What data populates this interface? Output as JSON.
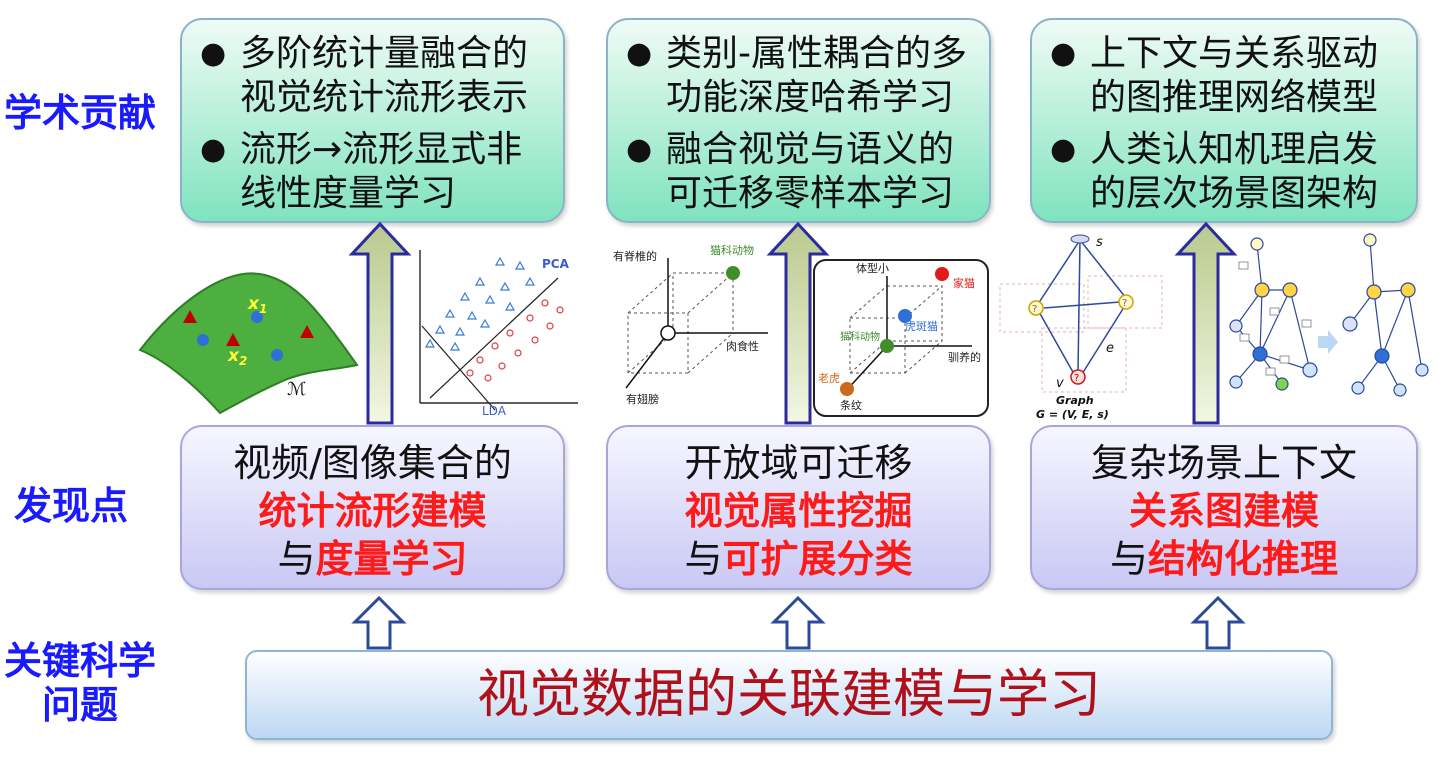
{
  "labels": {
    "row1": "学术贡献",
    "row2": "发现点",
    "row3_line1": "关键科学",
    "row3_line2": "问题"
  },
  "columns": [
    {
      "contributions": [
        "多阶统计量融合的\n视觉统计流形表示",
        "流形→流形显式非\n线性度量学习"
      ],
      "finding_line1": "视频/图像集合的",
      "finding_line2": "统计流形建模",
      "finding_prefix": "与",
      "finding_highlight": "度量学习"
    },
    {
      "contributions": [
        "类别-属性耦合的多\n功能深度哈希学习",
        "融合视觉与语义的\n可迁移零样本学习"
      ],
      "finding_line1": "开放域可迁移",
      "finding_line2": "视觉属性挖掘",
      "finding_prefix": "与",
      "finding_highlight": "可扩展分类"
    },
    {
      "contributions": [
        "上下文与关系驱动\n的图推理网络模型",
        "人类认知机理启发\n的层次场景图架构"
      ],
      "finding_line1": "复杂场景上下文",
      "finding_line2": "关系图建模",
      "finding_prefix": "与",
      "finding_highlight": "结构化推理"
    }
  ],
  "bottom": "视觉数据的关联建模与学习",
  "figures": {
    "manifold": {
      "x1": "x",
      "x1_sub": "1",
      "x2": "x",
      "x2_sub": "2",
      "m": "ℳ"
    },
    "scatter": {
      "pca": "PCA",
      "lda": "LDA"
    },
    "cube1": {
      "top": "猫科动物",
      "y": "有脊椎的",
      "x": "肉食性",
      "z": "有翅膀"
    },
    "cube2": {
      "y": "体型小",
      "x": "驯养的",
      "z": "条纹",
      "cat": "家猫",
      "tabby": "虎斑猫",
      "feline": "猫科动物",
      "tiger": "老虎"
    },
    "graph": {
      "s": "s",
      "e": "e",
      "v": "v",
      "title": "Graph",
      "eq": "G = (V, E, s)",
      "q": "?"
    }
  },
  "colors": {
    "label_blue": "#1a1aff",
    "highlight_red": "#ff1a1a",
    "bottom_red": "#b0101a",
    "top_box_green": "#7fe3bf",
    "mid_box_purple": "#c9c8f4",
    "bottom_box_blue": "#bcd7f3"
  }
}
